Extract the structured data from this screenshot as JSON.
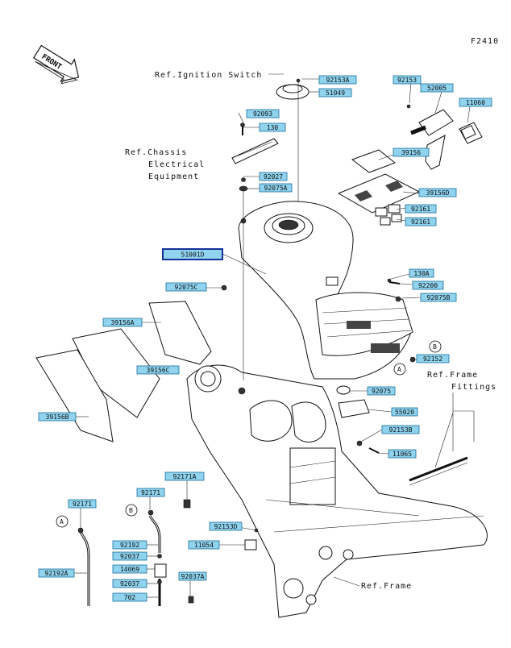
{
  "diagram_id": "F2410",
  "front_label": "FRONT",
  "refs": {
    "ignition": "Ref.Ignition Switch",
    "chassis_line1": "Ref.Chassis",
    "chassis_line2": "Electrical",
    "chassis_line3": "Equipment",
    "frame_fittings_line1": "Ref.Frame",
    "frame_fittings_line2": "Fittings",
    "frame": "Ref.Frame"
  },
  "markers": {
    "a_right": "A",
    "b_right": "B",
    "a_left": "A",
    "b_left": "B"
  },
  "parts": [
    {
      "id": "92153A"
    },
    {
      "id": "51049"
    },
    {
      "id": "92153"
    },
    {
      "id": "52005"
    },
    {
      "id": "11060"
    },
    {
      "id": "92093"
    },
    {
      "id": "130"
    },
    {
      "id": "39156"
    },
    {
      "id": "92027"
    },
    {
      "id": "92075A"
    },
    {
      "id": "39156D"
    },
    {
      "id": "92161"
    },
    {
      "id": "92161"
    },
    {
      "id": "51001D"
    },
    {
      "id": "130A"
    },
    {
      "id": "92200"
    },
    {
      "id": "92075C"
    },
    {
      "id": "92075B"
    },
    {
      "id": "39156A"
    },
    {
      "id": "92152"
    },
    {
      "id": "39156C"
    },
    {
      "id": "92075"
    },
    {
      "id": "39156B"
    },
    {
      "id": "55020"
    },
    {
      "id": "92153B"
    },
    {
      "id": "11065"
    },
    {
      "id": "92171A"
    },
    {
      "id": "92171"
    },
    {
      "id": "92171"
    },
    {
      "id": "92153D"
    },
    {
      "id": "92192"
    },
    {
      "id": "11054"
    },
    {
      "id": "92037"
    },
    {
      "id": "14069"
    },
    {
      "id": "92192A"
    },
    {
      "id": "92037"
    },
    {
      "id": "92037A"
    },
    {
      "id": "702"
    }
  ]
}
